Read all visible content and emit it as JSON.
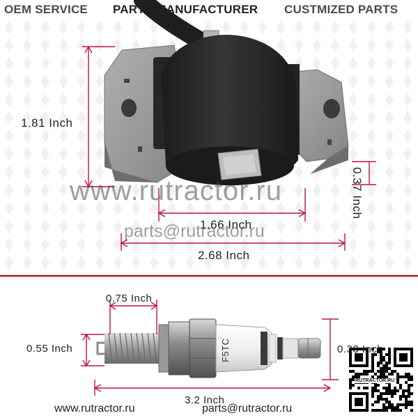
{
  "header": {
    "left": "OEM SERVICE",
    "center": "PARTS MANUFACTURER",
    "right": "CUSTMIZED PARTS"
  },
  "coil": {
    "height_label": "1.81 Inch",
    "depth_label": "0.37 Inch",
    "inner_width_label": "1.66 Inch",
    "outer_width_label": "2.68 Inch"
  },
  "plug": {
    "thread_length_label": "0.75 Inch",
    "thread_diameter_label": "0.55 Inch",
    "terminal_label": "0.33 Inch",
    "total_length_label": "3.2 Inch",
    "model_text": "F5TC"
  },
  "watermark": {
    "site": "www.rutractor.ru",
    "email": "parts@rutractor.ru"
  },
  "footer": {
    "site": "www.rutractor.ru",
    "email": "parts@rutractor.ru"
  },
  "qr": {
    "label": "RUTRACTOR.RU"
  },
  "colors": {
    "dimension_line": "#c0143c",
    "separator": "#a31a2e",
    "coil_body": "#2a2a2a",
    "bracket": "#9a9a9a"
  }
}
